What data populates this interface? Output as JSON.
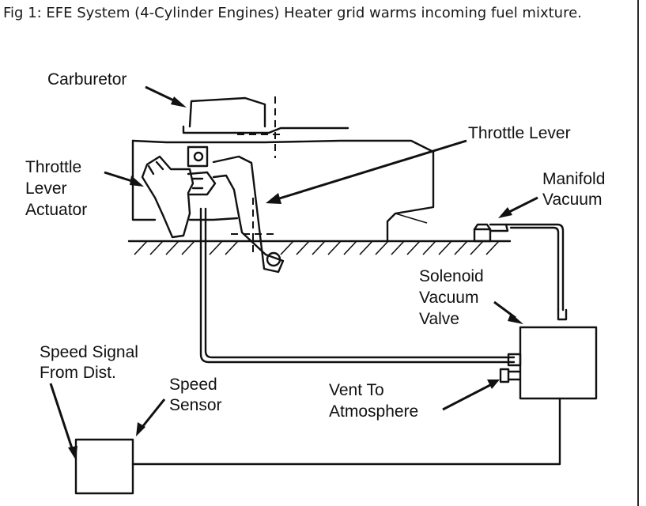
{
  "caption": "Fig 1: EFE System (4-Cylinder Engines) Heater grid warms incoming fuel mixture.",
  "labels": {
    "carburetor": "Carburetor",
    "throttle_lever": "Throttle Lever",
    "tla_line1": "Throttle",
    "tla_line2": "Lever",
    "tla_line3": "Actuator",
    "mv_line1": "Manifold",
    "mv_line2": "Vacuum",
    "svv_line1": "Solenoid",
    "svv_line2": "Vacuum",
    "svv_line3": "Valve",
    "ssd_line1": "Speed Signal",
    "ssd_line2": "From Dist.",
    "ss_line1": "Speed",
    "ss_line2": "Sensor",
    "vent_line1": "Vent To",
    "vent_line2": "Atmosphere"
  }
}
